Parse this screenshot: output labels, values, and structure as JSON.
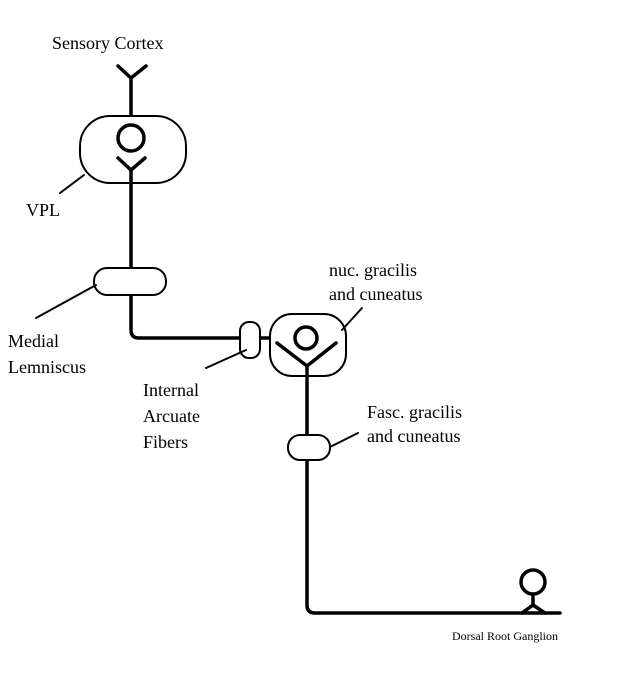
{
  "labels": {
    "sensory_cortex": "Sensory Cortex",
    "vpl": "VPL",
    "medial_lemniscus": [
      "Medial",
      "Lemniscus"
    ],
    "internal_arcuate_fibers": [
      "Internal",
      "Arcuate",
      "Fibers"
    ],
    "nuc_gracilis_cuneatus": [
      "nuc. gracilis",
      "and cuneatus"
    ],
    "fasc_gracilis_cuneatus": [
      "Fasc. gracilis",
      "and cuneatus"
    ],
    "dorsal_root_ganglion": "Dorsal Root Ganglion"
  }
}
